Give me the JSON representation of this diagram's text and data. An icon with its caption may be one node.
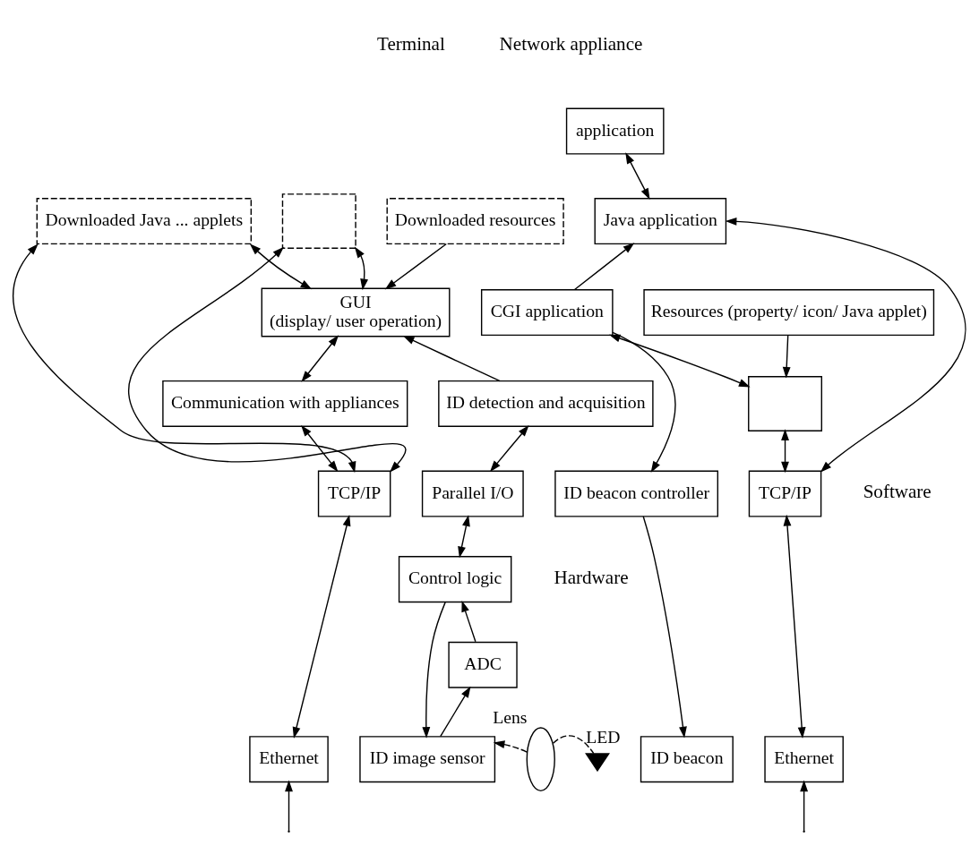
{
  "diagram": {
    "nodes": [
      {
        "text": [
          "Downloaded Java ... applets"
        ]
      },
      {
        "text": [],
        "shape": "box"
      },
      {
        "text": [
          "Downloaded resources"
        ]
      },
      {
        "text": [
          "GUI",
          "(display/ user operation)"
        ]
      },
      {
        "text": [
          "Communication with appliances"
        ]
      },
      {
        "text": [
          "ID detection and acquisition"
        ]
      },
      {
        "text": [
          "TCP/IP"
        ]
      },
      {
        "text": [
          "Parallel I/O"
        ]
      },
      {
        "text": [
          "Control logic"
        ]
      },
      {
        "text": [
          "ADC"
        ]
      },
      {
        "text": [
          "ID image sensor"
        ]
      },
      {
        "text": [
          "Ethernet"
        ]
      },
      {
        "text": [],
        "shape": "ellipse",
        "beside": [
          "Lens"
        ]
      },
      {
        "text": [],
        "shape": "picture",
        "beside": [
          "LED"
        ]
      },
      {
        "text": [
          "ID beacon"
        ]
      },
      {
        "text": [
          "Ethernet"
        ]
      },
      {
        "text": [
          "application"
        ]
      },
      {
        "text": [
          "Java application"
        ]
      },
      {
        "text": [
          "CGI application"
        ]
      },
      {
        "text": [
          "Resources (property/ icon/ Java applet)"
        ]
      },
      {
        "text": [],
        "shape": "box"
      },
      {
        "text": [
          "ID beacon controller"
        ]
      },
      {
        "text": [
          "TCP/IP"
        ]
      }
    ],
    "edges": [
      {
        "from": 6,
        "to": 0,
        "arrow": "both"
      },
      {
        "from": 6,
        "to": 1,
        "arrow": "both"
      },
      {
        "from": 3,
        "to": 0,
        "arrow": "both"
      },
      {
        "from": 3,
        "to": 1,
        "arrow": "both"
      },
      {
        "from": 2,
        "to": 3,
        "arrow": "to"
      },
      {
        "from": 3,
        "to": 4,
        "arrow": "both"
      },
      {
        "from": 5,
        "to": 3,
        "arrow": "to"
      },
      {
        "from": 4,
        "to": 6,
        "arrow": "both"
      },
      {
        "from": 6,
        "to": 11,
        "arrow": "both"
      },
      {
        "from": 5,
        "to": 7,
        "arrow": "both"
      },
      {
        "from": 7,
        "to": 8,
        "arrow": "both"
      },
      {
        "from": 9,
        "to": 8,
        "arrow": "to"
      },
      {
        "from": 10,
        "to": 9,
        "arrow": "to"
      },
      {
        "from": 8,
        "to": 10,
        "arrow": "to"
      },
      {
        "from": null,
        "to": 11,
        "arrow": "to"
      },
      {
        "from": 13,
        "to": 12,
        "arrow": "none",
        "style": "dashed"
      },
      {
        "from": 12,
        "to": 10,
        "arrow": "to",
        "style": "dashed"
      },
      {
        "from": 16,
        "to": 17,
        "arrow": "both"
      },
      {
        "from": 18,
        "to": 17,
        "arrow": "to"
      },
      {
        "from": 18,
        "to": 20,
        "arrow": "both"
      },
      {
        "from": 19,
        "to": 20,
        "arrow": "to"
      },
      {
        "from": 18,
        "to": 21,
        "arrow": "to"
      },
      {
        "from": 22,
        "to": 20,
        "arrow": "both"
      },
      {
        "from": 22,
        "to": 17,
        "arrow": "both"
      },
      {
        "from": 21,
        "to": 14,
        "arrow": "to"
      },
      {
        "from": 22,
        "to": 15,
        "arrow": "both"
      },
      {
        "from": null,
        "to": 15,
        "arrow": "to"
      }
    ],
    "labels": [
      "Terminal",
      "Network appliance",
      "Software",
      "Hardware"
    ]
  }
}
